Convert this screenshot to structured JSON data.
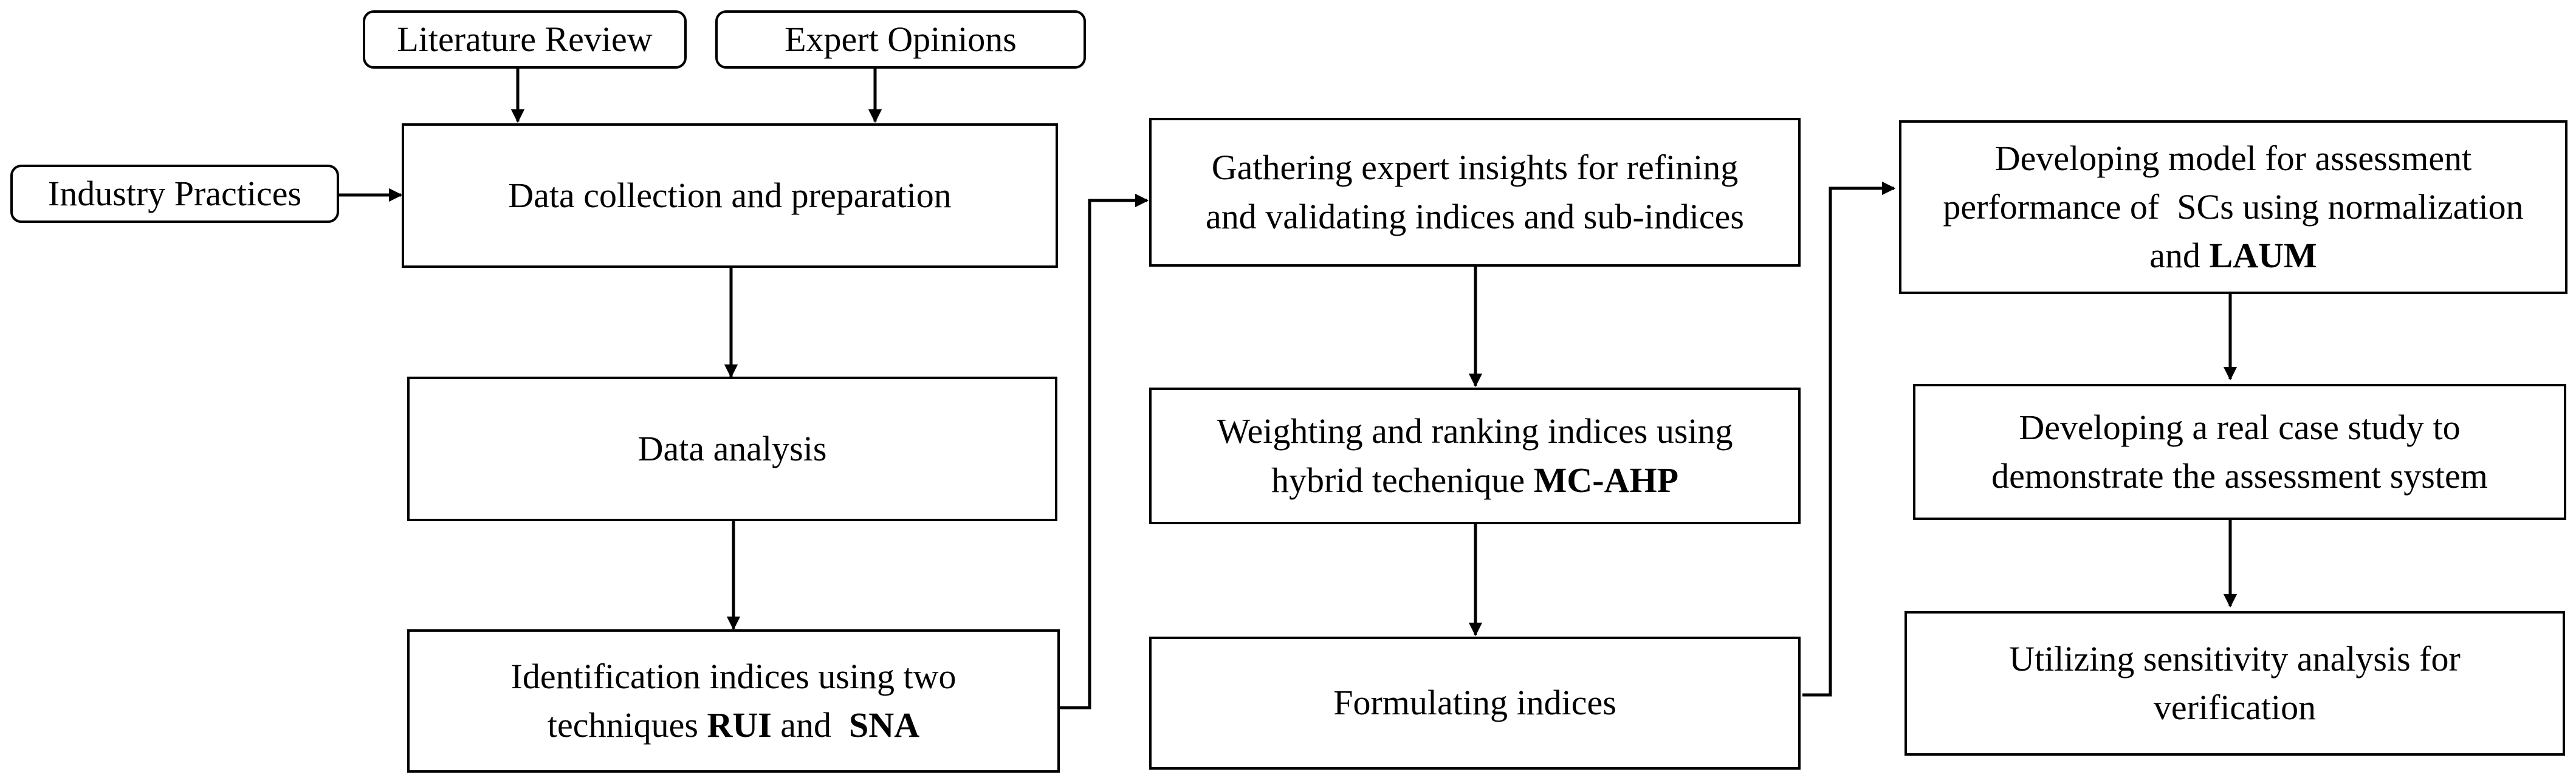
{
  "sources": {
    "literature_review": "Literature Review",
    "expert_opinions": "Expert Opinions",
    "industry_practices": "Industry Practices"
  },
  "column1": {
    "data_collection": "Data collection and preparation",
    "data_analysis": "Data analysis",
    "identification": {
      "line1": "Identification indices  using two",
      "line2_prefix": "techniques ",
      "method1": "RUI",
      "conjunction": " and  ",
      "method2": "SNA"
    }
  },
  "column2": {
    "gathering": {
      "line1": "Gathering expert insights for refining",
      "line2": "and validating indices and sub-indices"
    },
    "weighting": {
      "line1": "Weighting and ranking indices using",
      "line2_prefix": "hybrid techenique ",
      "method": "MC-AHP"
    },
    "formulating": "Formulating indices"
  },
  "column3": {
    "developing_model": {
      "line1": "Developing model for assessment",
      "line2": "performance of  SCs using normalization",
      "line3_prefix": "and ",
      "method": "LAUM"
    },
    "case_study": {
      "line1": "Developing a real case study to",
      "line2": "demonstrate the assessment system"
    },
    "sensitivity": {
      "line1": "Utilizing sensitivity analysis for",
      "line2": "verification"
    }
  }
}
